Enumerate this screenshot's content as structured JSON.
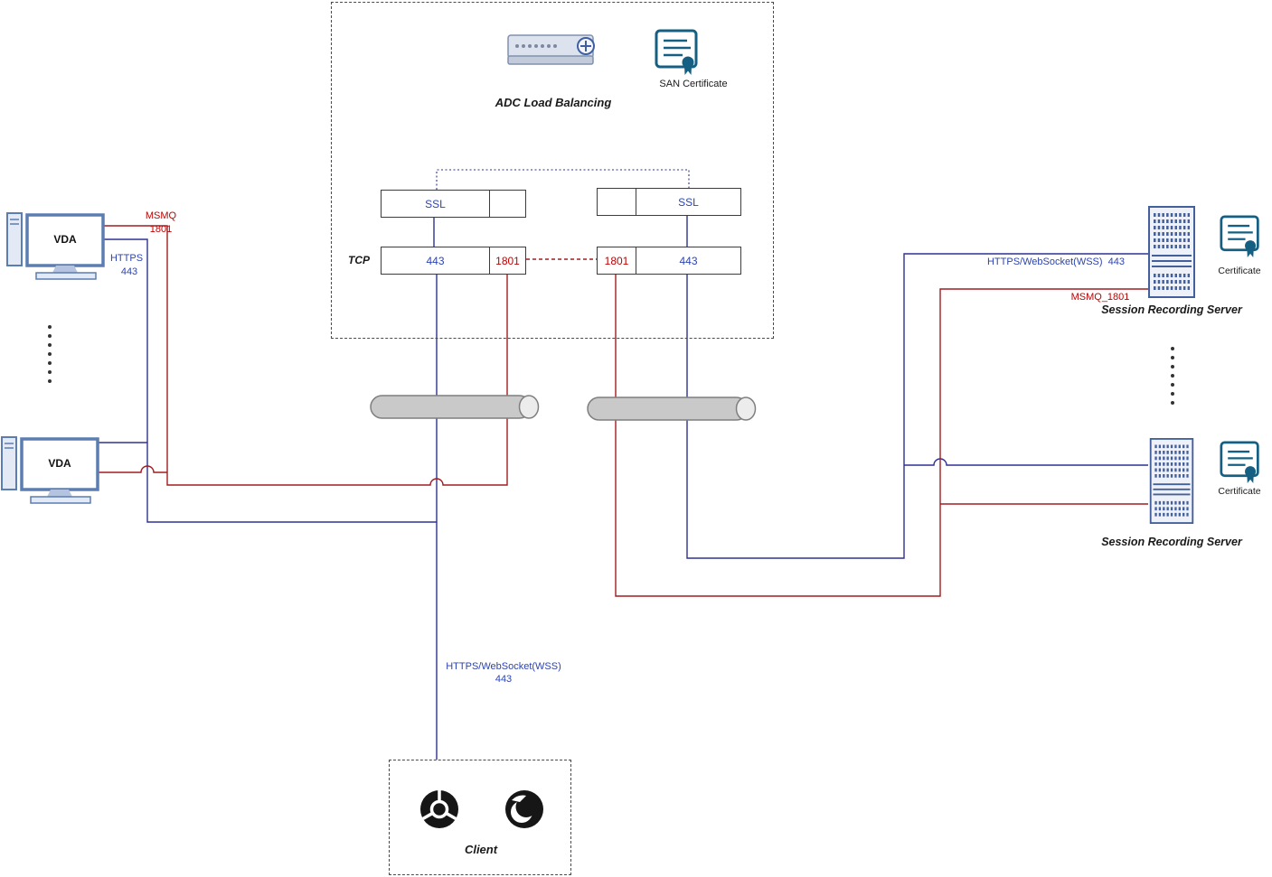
{
  "adc": {
    "title": "ADC Load Balancing",
    "san_certificate_label": "SAN Certificate",
    "left_table": {
      "ssl": "SSL",
      "protocol": "TCP",
      "https_port": "443",
      "msmq_port": "1801"
    },
    "right_table": {
      "ssl": "SSL",
      "msmq_port": "1801",
      "https_port": "443"
    }
  },
  "vda": {
    "top_label": "VDA",
    "bottom_label": "VDA",
    "msmq_protocol": "MSMQ",
    "msmq_port": "1801",
    "https_protocol": "HTTPS",
    "https_port": "443"
  },
  "servers": {
    "https_label": "HTTPS/WebSocket(WSS)  443",
    "msmq_label": "MSMQ_1801",
    "top": {
      "name": "Session Recording Server",
      "certificate_label": "Certificate"
    },
    "bottom": {
      "name": "Session Recording Server",
      "certificate_label": "Certificate"
    }
  },
  "client": {
    "label": "Client",
    "connection_protocol": "HTTPS/WebSocket(WSS)",
    "connection_port": "443"
  },
  "colors": {
    "blue_line": "#2e3192",
    "red_line": "#9f1d20",
    "blue_text": "#2d44b0",
    "red_text": "#c00000",
    "certificate_accent": "#156082"
  }
}
